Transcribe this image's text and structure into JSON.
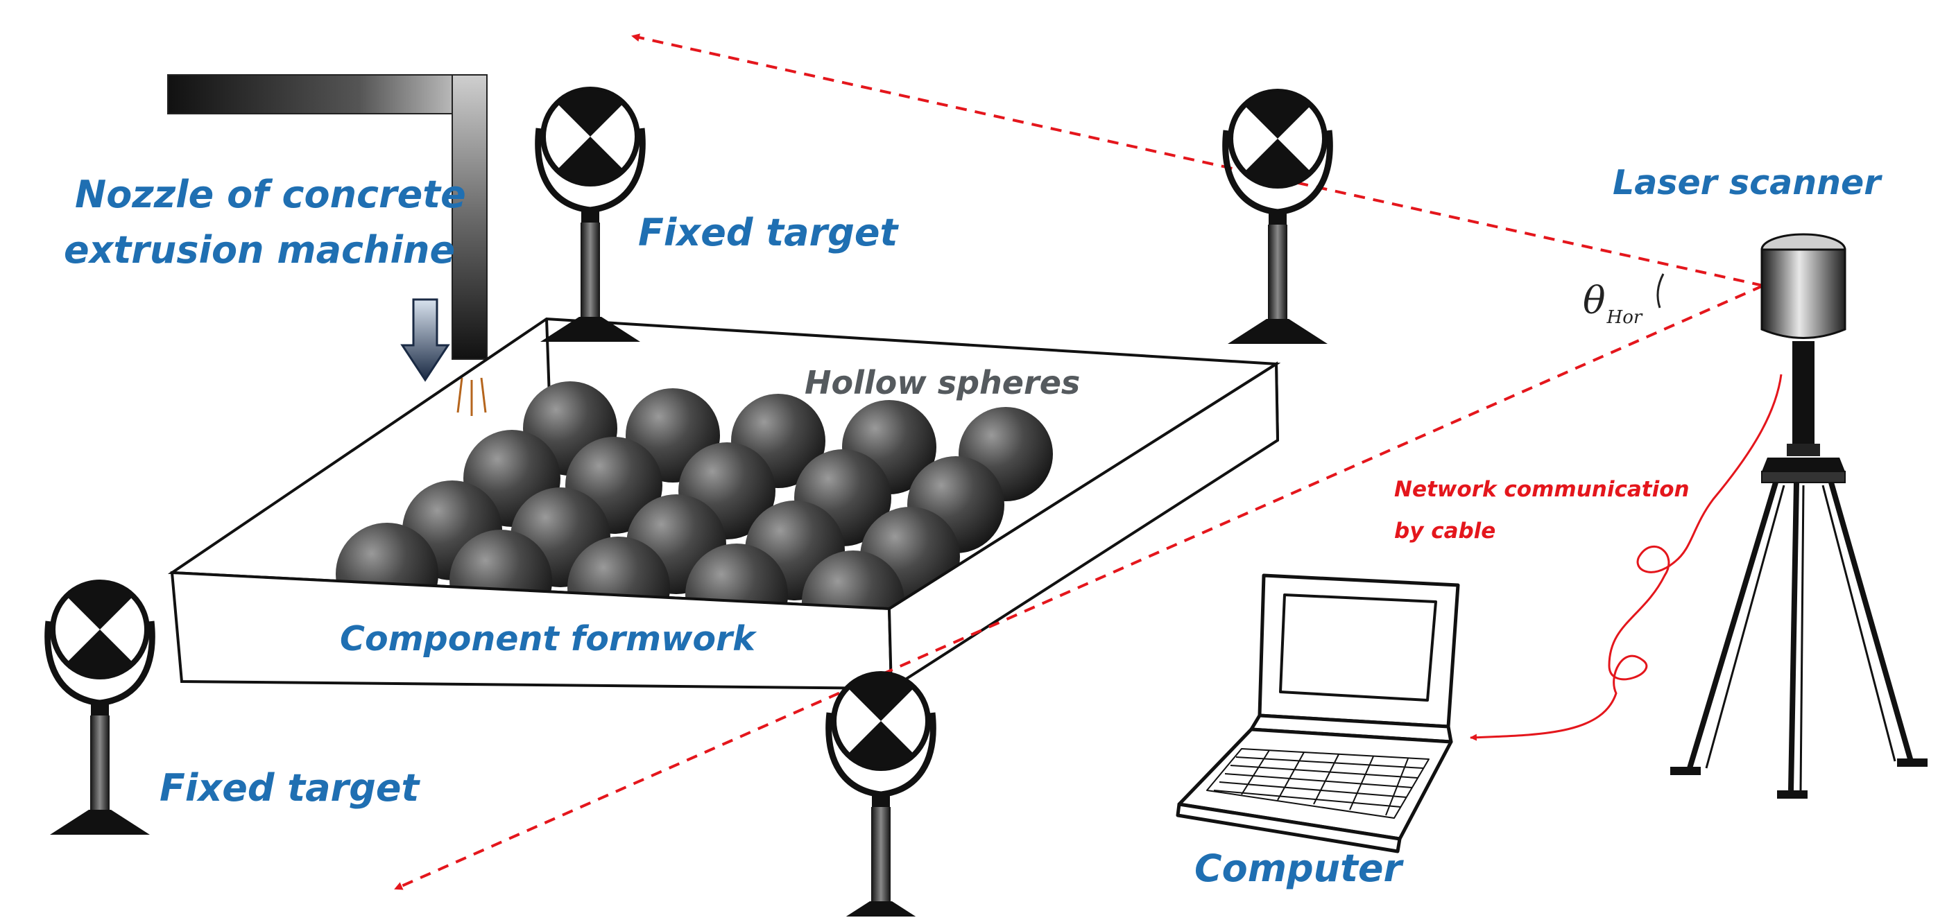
{
  "labels": {
    "nozzle_line1": "Nozzle of concrete",
    "nozzle_line2": "extrusion machine",
    "fixed_target_top": "Fixed target",
    "fixed_target_bottom": "Fixed target",
    "hollow_spheres": "Hollow spheres",
    "component_formwork": "Component formwork",
    "laser_scanner": "Laser scanner",
    "network_line1": "Network communication",
    "network_line2": "by cable",
    "computer": "Computer",
    "angle_symbol": "θ",
    "angle_subscript": "Hor"
  },
  "colors": {
    "label_blue": "#1f6fb2",
    "label_gray": "#555a5e",
    "laser_red": "#e4161c",
    "sphere_dark": "#3a3a3a",
    "target_black": "#111111"
  },
  "icons": {
    "target": "checkered-target-icon",
    "scanner": "laser-scanner-icon",
    "computer": "laptop-icon",
    "arrow": "down-arrow-icon"
  }
}
